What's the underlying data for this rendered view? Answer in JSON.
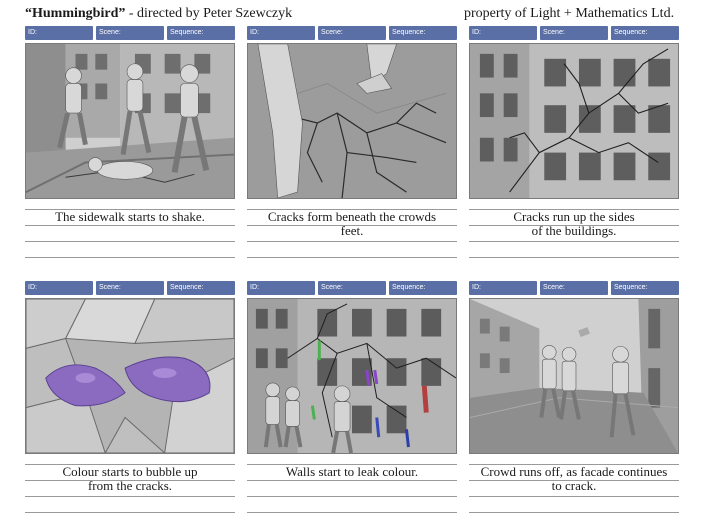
{
  "header": {
    "film_title": "“Hummingbird”",
    "director_credit": " - directed by Peter Szewczyk",
    "owner": "property of Light + Mathematics Ltd."
  },
  "panel_labels": {
    "id": "ID:",
    "scene": "Scene:",
    "sequence": "Sequence:"
  },
  "panels": [
    {
      "caption_line1": "The sidewalk starts to shake.",
      "caption_line2": ""
    },
    {
      "caption_line1": "Cracks form beneath the crowds",
      "caption_line2": "feet."
    },
    {
      "caption_line1": "Cracks run up the sides",
      "caption_line2": "of the buildings."
    },
    {
      "caption_line1": "Colour starts to bubble up",
      "caption_line2": "from the cracks."
    },
    {
      "caption_line1": "Walls start to leak colour.",
      "caption_line2": ""
    },
    {
      "caption_line1": "Crowd runs off, as facade continues",
      "caption_line2": "to crack."
    }
  ],
  "colors": {
    "label_bar": "#5a6fa6",
    "purple_colour": "#8a6bc0"
  }
}
